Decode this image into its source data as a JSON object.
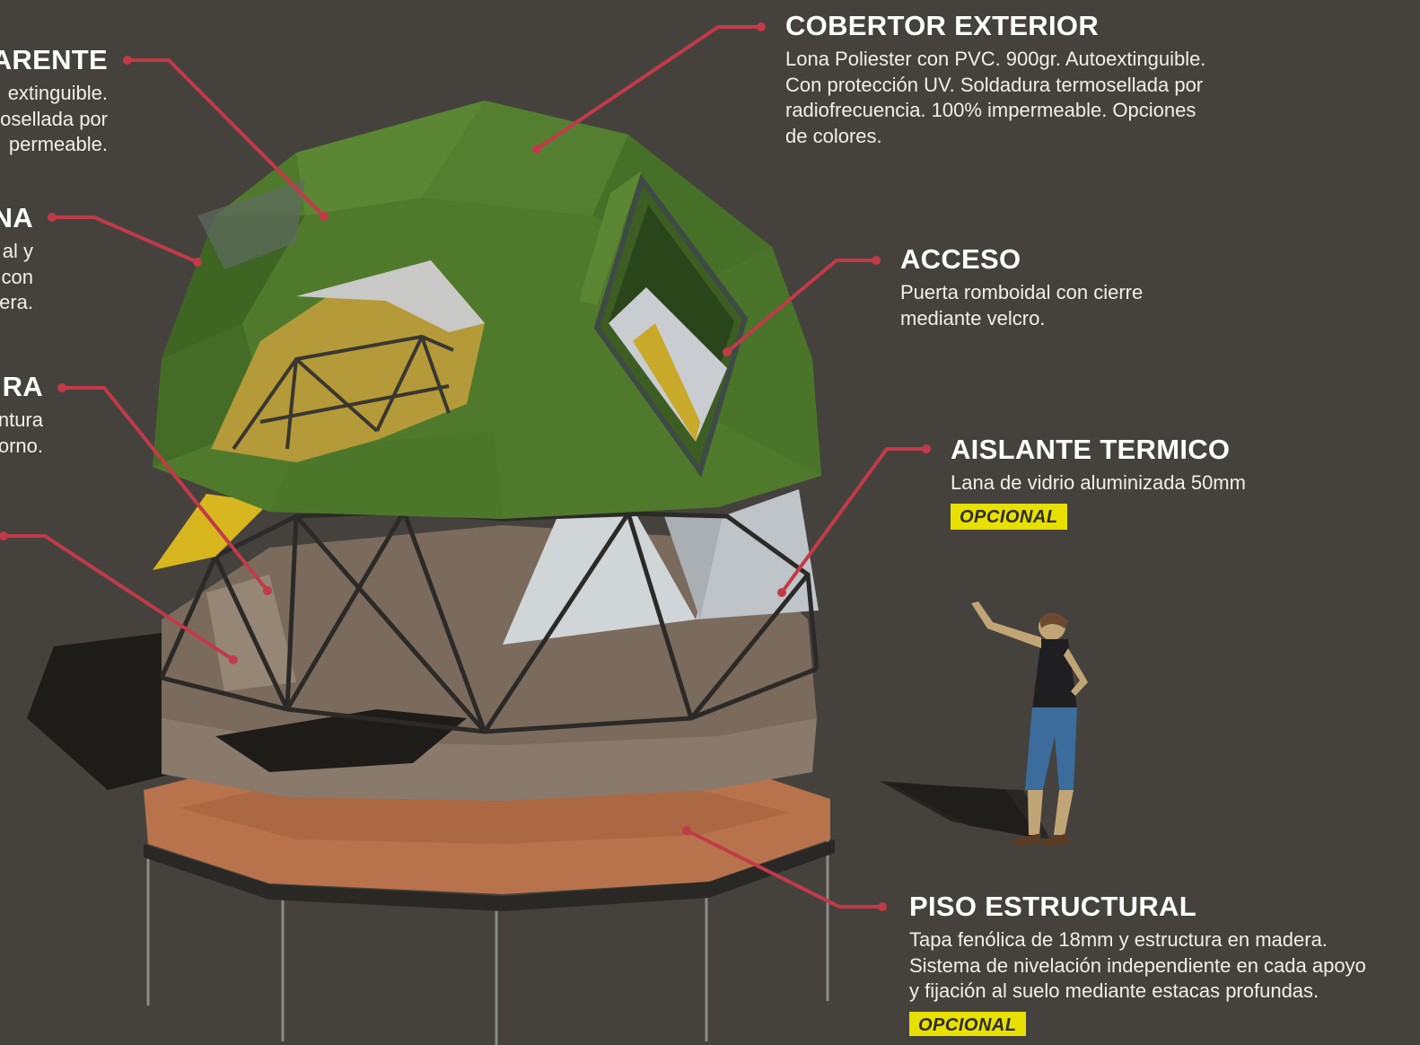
{
  "callouts": {
    "cobertor": {
      "title": "COBERTOR EXTERIOR",
      "desc": "Lona Poliester con PVC. 900gr. Autoextinguible.\nCon protección UV. Soldadura termosellada por\nradiofrecuencia. 100% impermeable. Opciones\nde colores."
    },
    "acceso": {
      "title": "ACCESO",
      "desc": "Puerta romboidal con cierre\nmediante velcro."
    },
    "aislante": {
      "title": "AISLANTE TERMICO",
      "desc": "Lana de vidrio aluminizada 50mm",
      "badge": "OPCIONAL"
    },
    "piso": {
      "title": "PISO ESTRUCTURAL",
      "desc": "Tapa fenólica de 18mm y estructura en madera.\nSistema de nivelación independiente en cada apoyo\ny fijación al suelo mediante estacas profundas.",
      "badge": "OPCIONAL"
    },
    "left1": {
      "title": "ARENTE",
      "desc": "extinguible.\nosellada por\npermeable."
    },
    "left2": {
      "title": "NA",
      "desc": "al y\ncon\nera."
    },
    "left3": {
      "title": "RA",
      "desc": "ntura\norno."
    }
  },
  "colors": {
    "background": "#45423d",
    "leader_line": "#c23a48",
    "canvas_green": "#4f7a2c",
    "badge": "#e8e000",
    "floor": "#b8734d"
  }
}
